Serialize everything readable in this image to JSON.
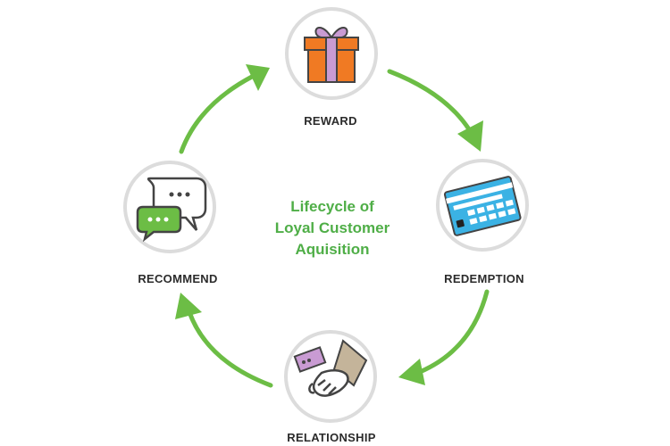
{
  "title_lines": [
    "Lifecycle of",
    "Loyal Customer",
    "Aquisition"
  ],
  "steps": {
    "reward": "REWARD",
    "redemption": "REDEMPTION",
    "relationship": "RELATIONSHIP",
    "recommend": "RECOMMEND"
  },
  "colors": {
    "arrow": "#6cbd45",
    "title": "#4fae47",
    "ring": "#dcdcdc",
    "gift_box": "#f07a23",
    "gift_ribbon": "#c99bd3",
    "card": "#3bb2e4",
    "bubble_green": "#6cbd45"
  },
  "icons": [
    "gift-icon",
    "credit-card-icon",
    "handshake-icon",
    "chat-bubbles-icon"
  ]
}
